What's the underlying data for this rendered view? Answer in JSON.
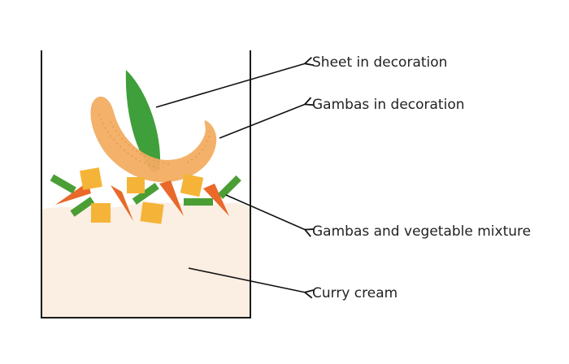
{
  "labels": {
    "sheet": "Sheet in decoration",
    "gambas": "Gambas in decoration",
    "mixture": "Gambas and vegetable mixture",
    "cream": "Curry cream"
  },
  "colors": {
    "glass_outline": "#1a1a1a",
    "cream": "#fbeee2",
    "leaf": "#3f9f3a",
    "shrimp": "#f2ad62",
    "carrot": "#e8692a",
    "mango": "#f5b437",
    "green_bean": "#4a9e35",
    "arrow": "#111111"
  }
}
